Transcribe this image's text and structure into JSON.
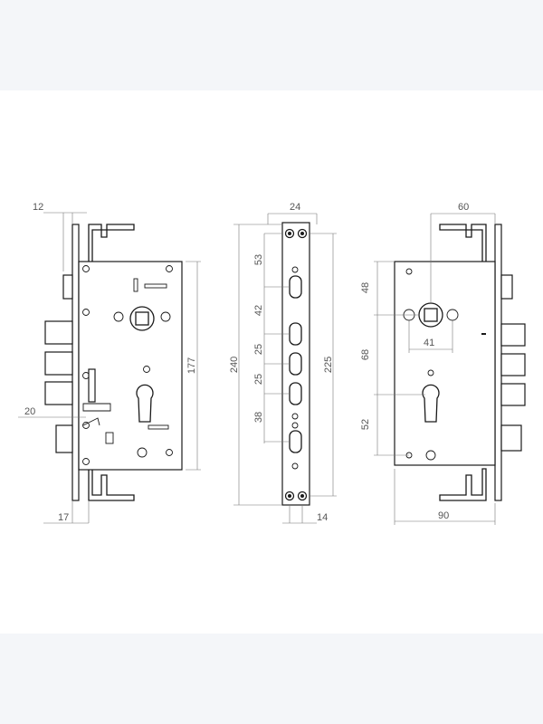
{
  "views": {
    "left": {
      "dims": {
        "top_offset": "12",
        "height": "177",
        "bolt": "20",
        "bottom_offset": "17"
      }
    },
    "middle": {
      "dims": {
        "width": "24",
        "total_height": "240",
        "inner_height": "225",
        "gap1": "53",
        "gap2": "42",
        "gap3": "25",
        "gap4": "25",
        "gap5": "38",
        "bottom_width": "14"
      }
    },
    "right": {
      "dims": {
        "backset": "60",
        "spindle_spacing": "41",
        "upper": "48",
        "centre": "68",
        "lower": "52",
        "width": "90"
      }
    }
  }
}
